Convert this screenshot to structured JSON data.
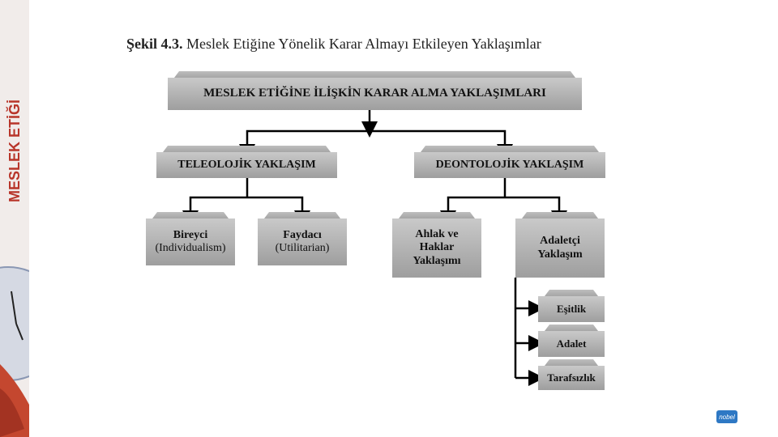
{
  "side_label": "MESLEK ETİĞİ",
  "figure": {
    "number": "Şekil 4.3.",
    "caption": "Meslek Etiğine Yönelik Karar Almayı Etkileyen Yaklaşımlar"
  },
  "nodes": {
    "root": "MESLEK ETİĞİNE İLİŞKİN KARAR ALMA YAKLAŞIMLARI",
    "teleo": "TELEOLOJİK YAKLAŞIM",
    "deonto": "DEONTOLOJİK YAKLAŞIM",
    "bireyci": {
      "title": "Bireyci",
      "sub": "(Individualism)"
    },
    "faydaci": {
      "title": "Faydacı",
      "sub": "(Utilitarian)"
    },
    "ahlak": "Ahlak ve Haklar Yaklaşımı",
    "adaletci": "Adaletçi Yaklaşım",
    "esitlik": "Eşitlik",
    "adalet": "Adalet",
    "tarafsizlik": "Tarafsızlık"
  },
  "logo": "nobel"
}
